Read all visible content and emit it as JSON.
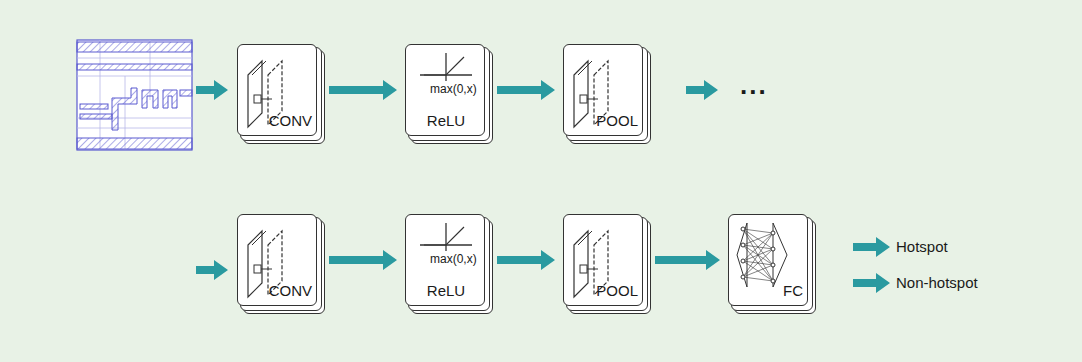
{
  "diagram": {
    "nodes": [
      {
        "text": [
          "CONV"
        ]
      },
      {
        "text": [
          "max(0,x)",
          "ReLU"
        ]
      },
      {
        "text": [
          "POOL"
        ]
      },
      {
        "text": [
          "CONV"
        ]
      },
      {
        "text": [
          "max(0,x)",
          "ReLU"
        ]
      },
      {
        "text": [
          "POOL"
        ]
      },
      {
        "text": [
          "FC"
        ]
      }
    ],
    "edges": [
      {
        "from": 0,
        "to": 1,
        "arrow": "to"
      },
      {
        "from": 1,
        "to": 2,
        "arrow": "to"
      },
      {
        "from": 3,
        "to": 4,
        "arrow": "to"
      },
      {
        "from": 4,
        "to": 5,
        "arrow": "to"
      },
      {
        "from": 5,
        "to": 6,
        "arrow": "to"
      }
    ],
    "labels": [
      "...",
      "Hotspot",
      "Non-hotspot"
    ]
  }
}
